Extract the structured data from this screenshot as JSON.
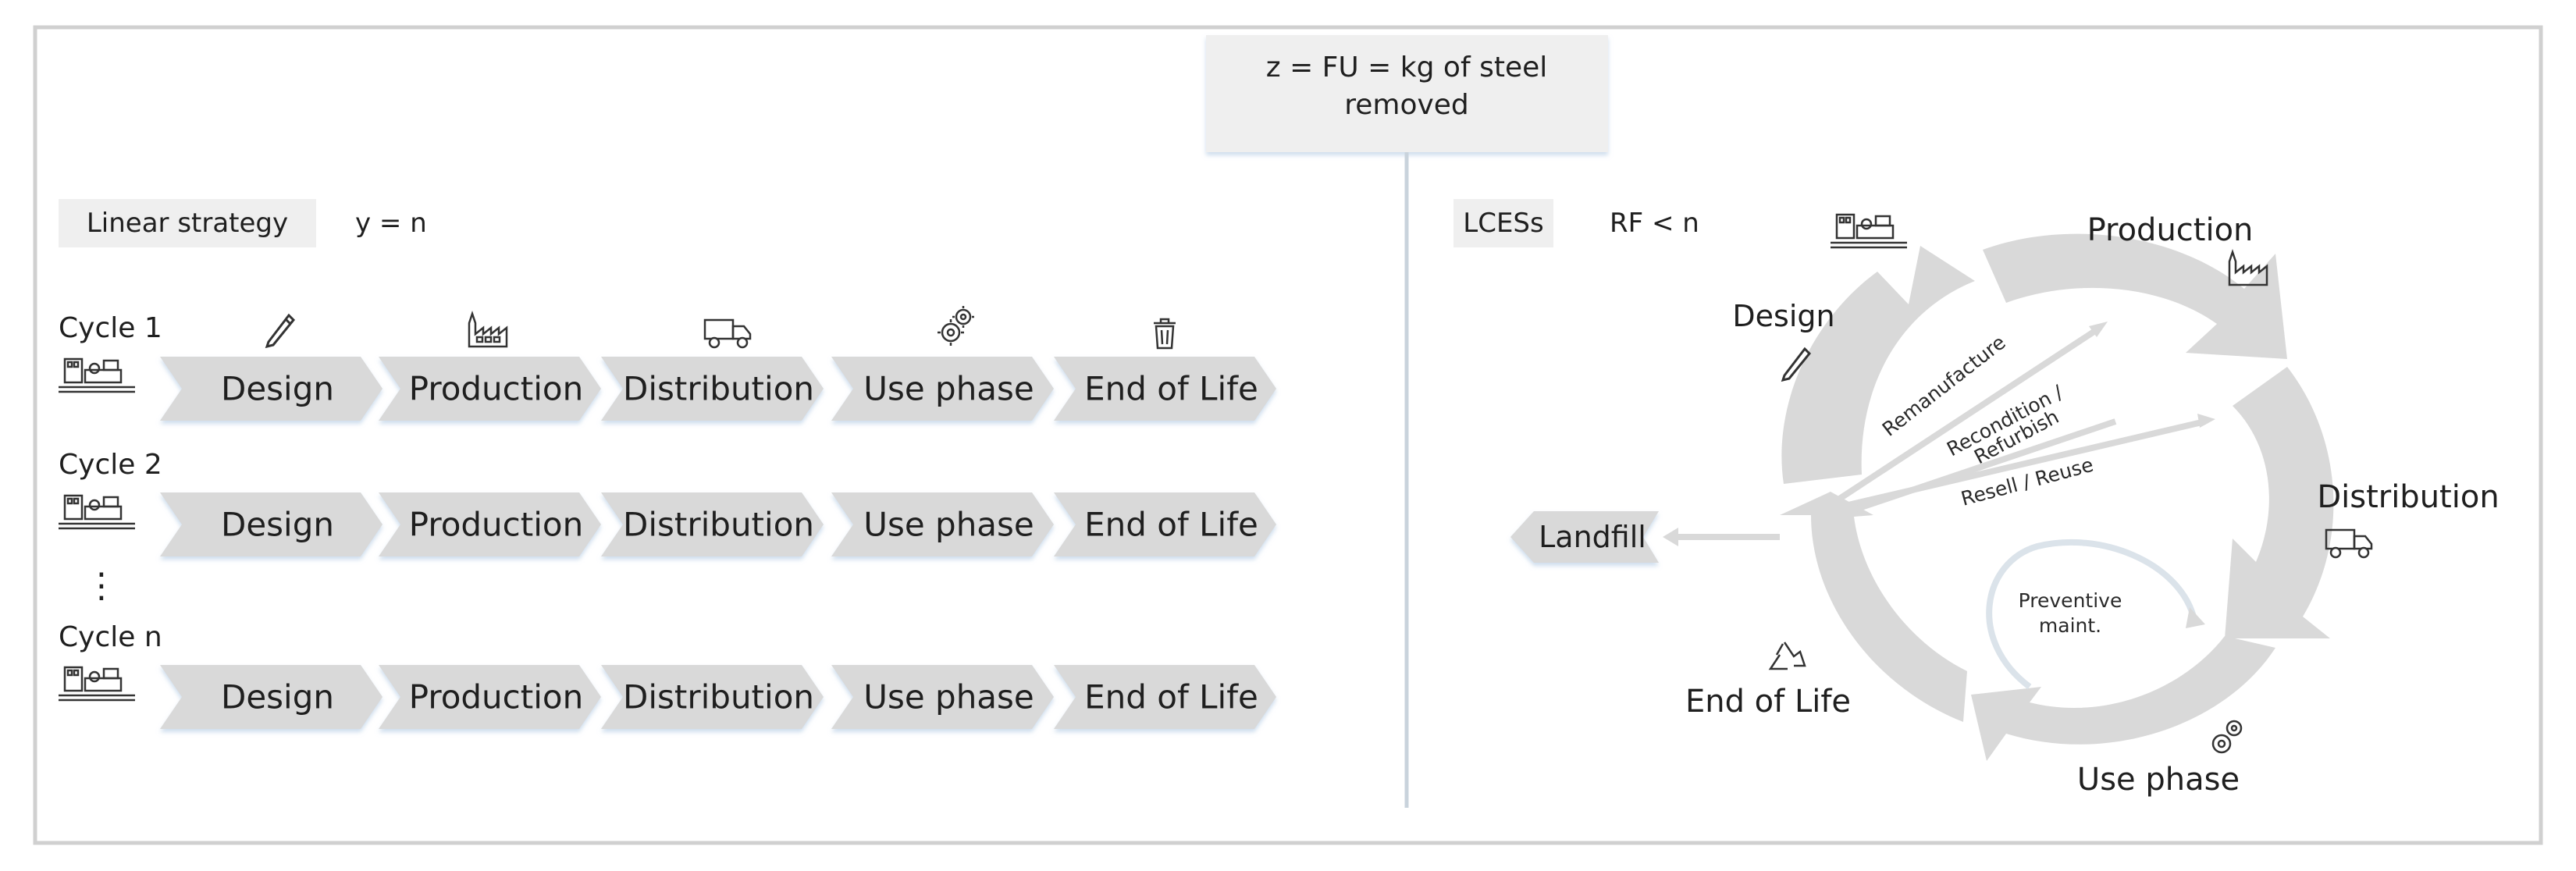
{
  "header": {
    "functional_unit_line1": "z = FU = kg of steel",
    "functional_unit_line2": "removed"
  },
  "linear": {
    "label": "Linear strategy",
    "formula": "y = n",
    "cycles": [
      {
        "label": "Cycle 1"
      },
      {
        "label": "Cycle 2"
      },
      {
        "label": "Cycle n"
      }
    ],
    "ellipsis": "⋮",
    "stages": [
      "Design",
      "Production",
      "Distribution",
      "Use phase",
      "End of Life"
    ],
    "stage_icons": [
      "pencil-icon",
      "factory-icon",
      "truck-icon",
      "gears-icon",
      "trash-icon"
    ]
  },
  "lces": {
    "label": "LCESs",
    "formula": "RF < n",
    "stages": {
      "design": "Design",
      "production": "Production",
      "distribution": "Distribution",
      "use_phase": "Use phase",
      "end_of_life": "End of Life"
    },
    "landfill": "Landfill",
    "strategies": {
      "remanufacture": "Remanufacture",
      "recondition_line1": "Recondition /",
      "recondition_line2": "Refurbish",
      "resell": "Resell / Reuse",
      "preventive_line1": "Preventive",
      "preventive_line2": "maint."
    }
  },
  "colors": {
    "chevron": "#d9d9d9",
    "chevron_shadow": "#dbe7f3",
    "label_box": "#efefef",
    "ring": "#d9d9d9",
    "divider": "#c9d3dc",
    "frame": "#d0d0d0"
  }
}
